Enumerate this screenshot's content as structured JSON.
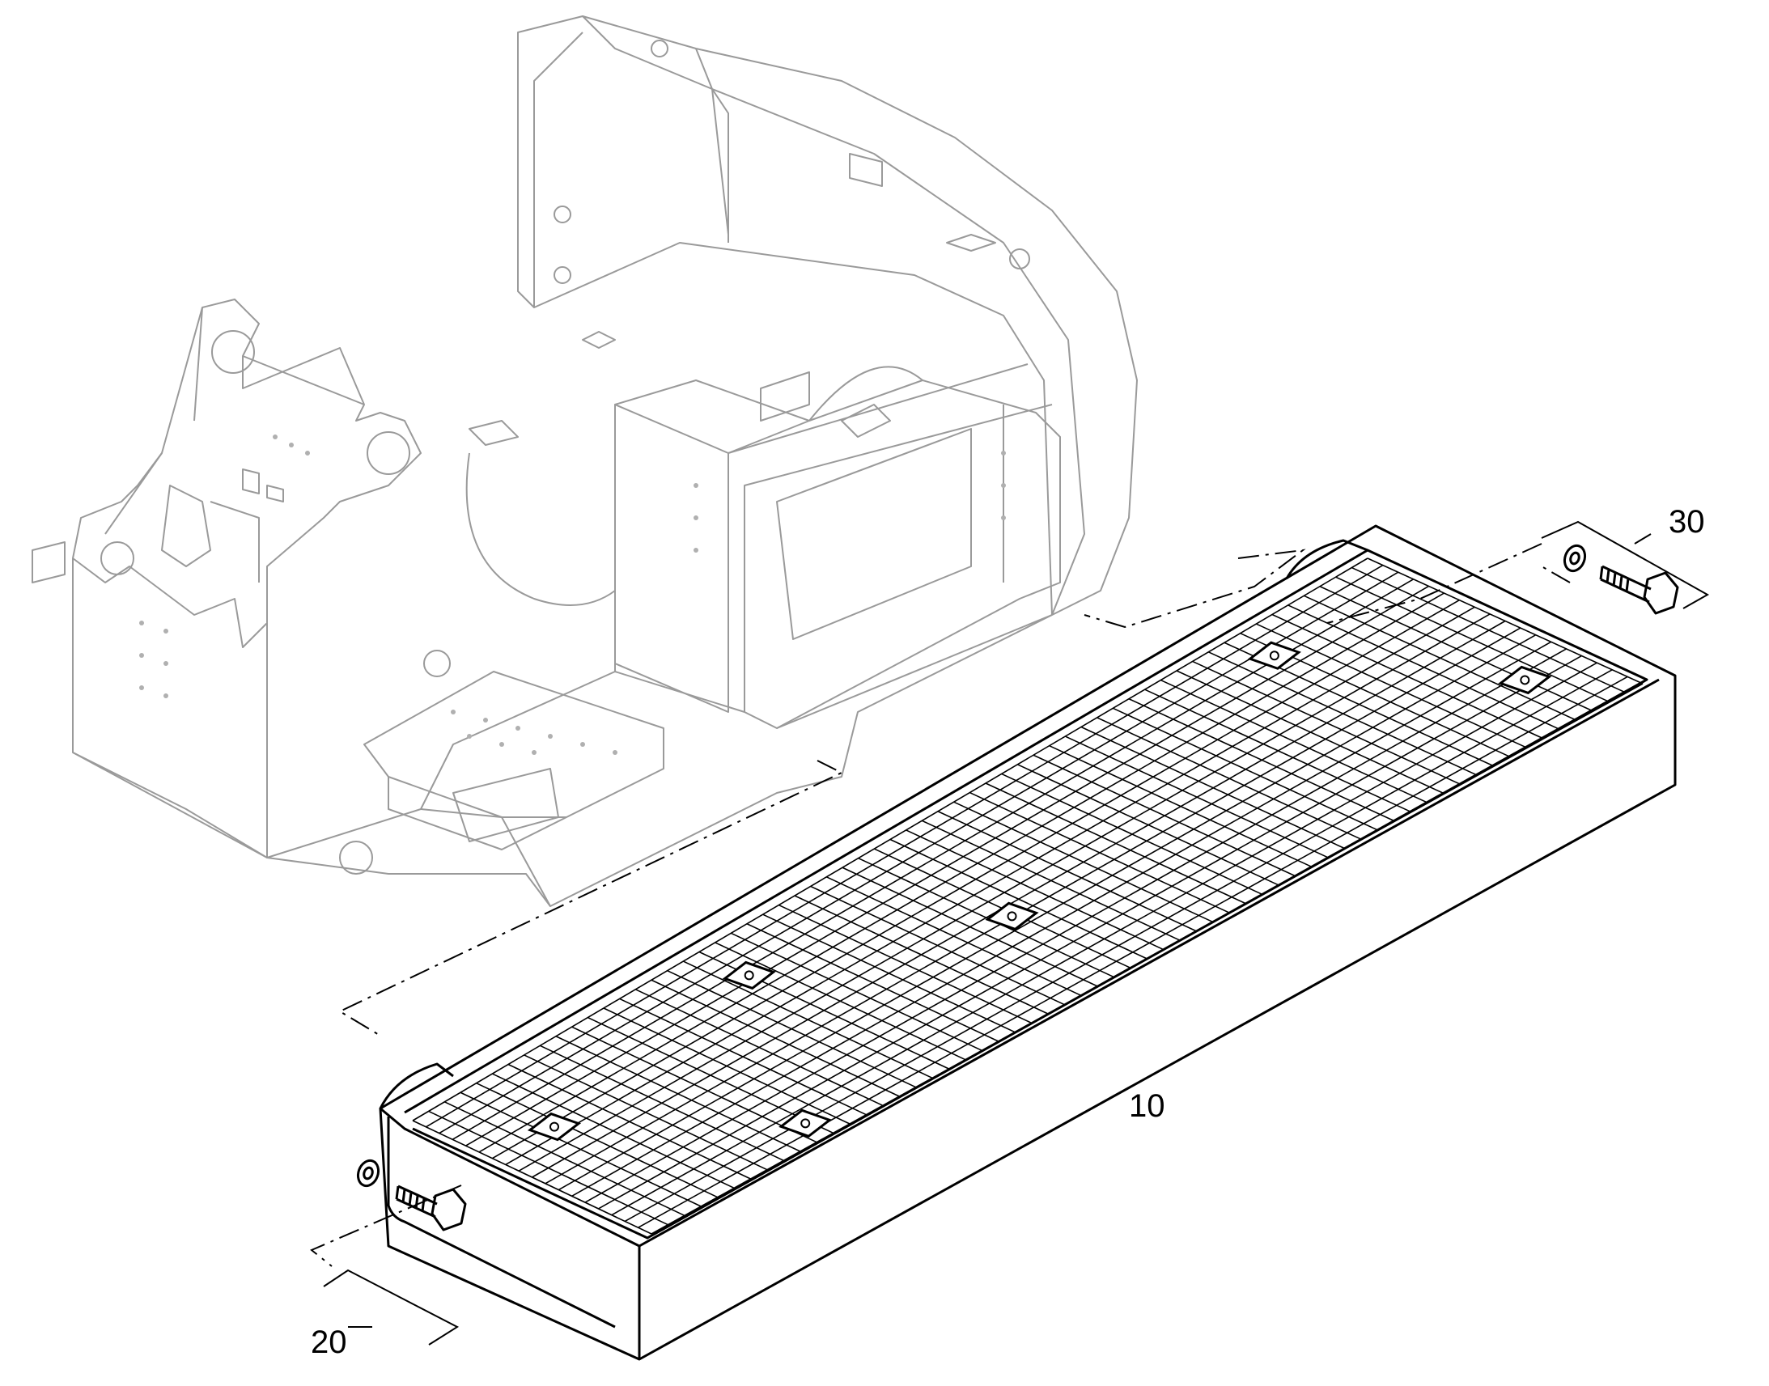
{
  "callouts": {
    "step": "10",
    "bolt_left": "20",
    "bolt_right": "30"
  },
  "colors": {
    "line": "#000000",
    "ghost": "#9a9a9a",
    "background": "#ffffff"
  }
}
